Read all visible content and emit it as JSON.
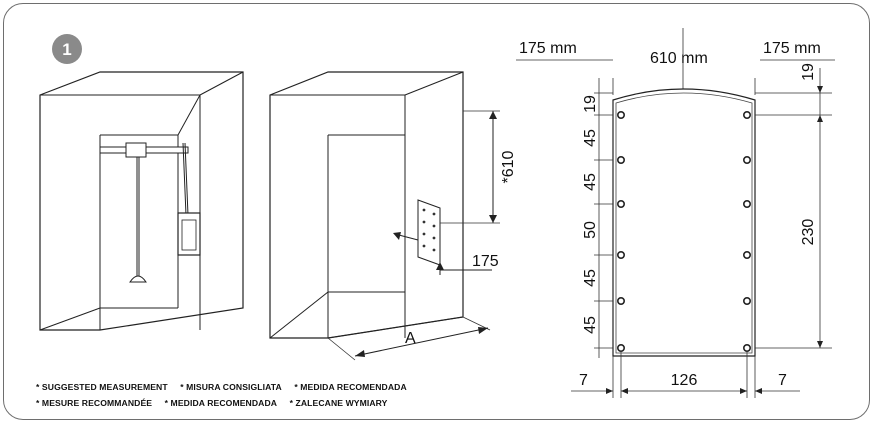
{
  "step": {
    "number": "1"
  },
  "notes": {
    "row1": [
      "* SUGGESTED MEASUREMENT",
      "* MISURA CONSIGLIATA",
      "* MEDIDA RECOMENDADA"
    ],
    "row2": [
      "* MESURE RECOMMANDÉE",
      "* MEDIDA RECOMENDADA",
      "* ZALECANE WYMIARY"
    ]
  },
  "cabinet": {
    "height_label": "*610",
    "depth_label": "175",
    "width_label": "A"
  },
  "plate": {
    "left_offset": "175 mm",
    "width": "610 mm",
    "right_offset": "175 mm",
    "top_right": "19",
    "left_segments": [
      "19",
      "45",
      "45",
      "50",
      "45",
      "45"
    ],
    "right_total": "230",
    "bottom_left": "7",
    "bottom_width": "126",
    "bottom_right": "7"
  }
}
